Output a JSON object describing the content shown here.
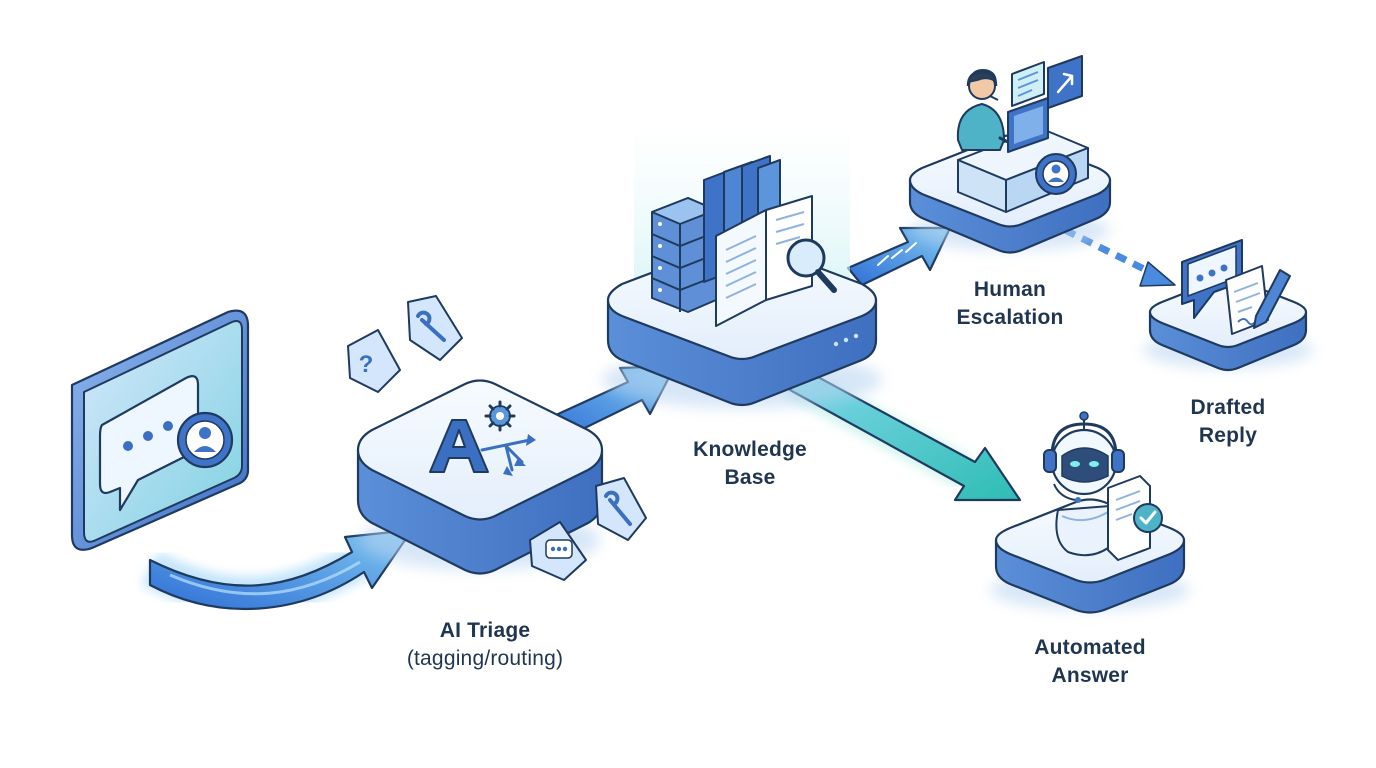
{
  "nodes": {
    "ai_triage": {
      "title": "AI Triage",
      "subtitle": "(tagging/routing)"
    },
    "knowledge_base": {
      "line1": "Knowledge",
      "line2": "Base"
    },
    "human_escalation": {
      "line1": "Human",
      "line2": "Escalation"
    },
    "drafted_reply": {
      "line1": "Drafted",
      "line2": "Reply"
    },
    "automated_answer": {
      "line1": "Automated",
      "line2": "Answer"
    }
  },
  "colors": {
    "outline": "#1f3a5f",
    "platform_top": "#eef5fd",
    "platform_side": "#4f80cc",
    "arrow_blue": "#4a8be0",
    "arrow_teal": "#3fc6c2",
    "accent_light": "#cfe3f7"
  },
  "icons": [
    "chat-bubble-icon",
    "user-icon",
    "question-icon",
    "wrench-icon",
    "ai-gear-icon",
    "chat-tag-icon",
    "book-stack-icon",
    "server-icon",
    "magnifier-icon",
    "agent-at-desk-icon",
    "robot-icon",
    "document-check-icon",
    "draft-reply-icon",
    "pen-icon"
  ]
}
